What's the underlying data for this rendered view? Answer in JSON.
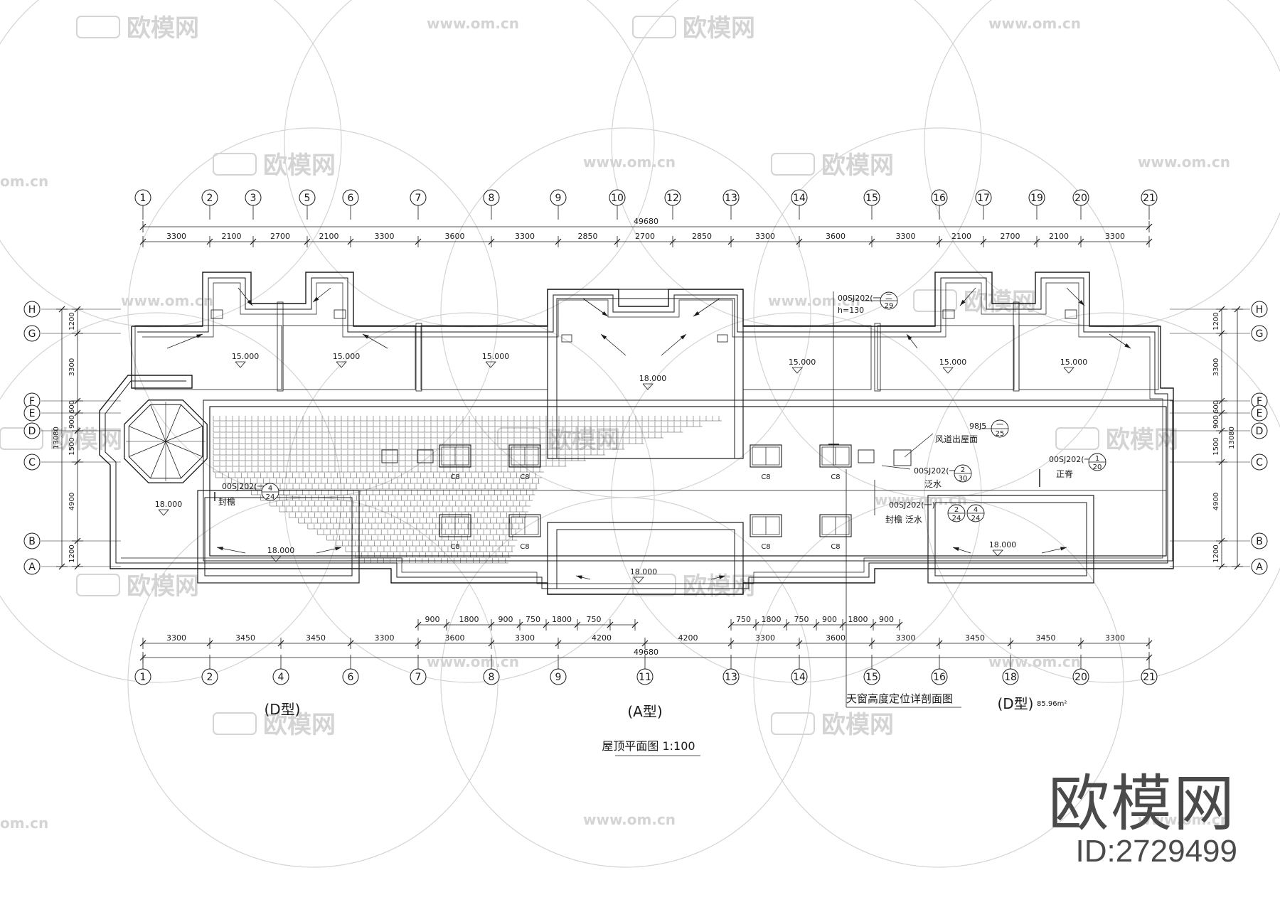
{
  "drawing": {
    "title": "屋顶平面图",
    "scale": "1:100",
    "unit_labels": {
      "left": "(D型)",
      "center": "(A型)",
      "right": "(D型)"
    },
    "area_note": "85.96m²",
    "section_label": "天窗高度定位详剖面图"
  },
  "grid_axes": {
    "top_numbers": [
      "1",
      "2",
      "3",
      "5",
      "6",
      "7",
      "8",
      "9",
      "10",
      "12",
      "13",
      "14",
      "15",
      "16",
      "17",
      "19",
      "20",
      "21"
    ],
    "bottom_numbers": [
      "1",
      "2",
      "4",
      "6",
      "7",
      "8",
      "9",
      "11",
      "13",
      "14",
      "15",
      "16",
      "18",
      "20",
      "21"
    ],
    "letters_top_to_bottom": [
      "H",
      "G",
      "F",
      "E",
      "D",
      "C",
      "B",
      "A"
    ]
  },
  "dimensions": {
    "overall": "49680",
    "top_segments": [
      "3300",
      "2100",
      "2700",
      "2100",
      "3300",
      "3600",
      "3300",
      "2850",
      "2700",
      "2850",
      "3300",
      "3600",
      "3300",
      "2100",
      "2700",
      "2100",
      "3300"
    ],
    "bottom_segments": [
      "3300",
      "3450",
      "3450",
      "3300",
      "3600",
      "3300",
      "4200",
      "4200",
      "3300",
      "3600",
      "3300",
      "3450",
      "3450",
      "3300"
    ],
    "bottom_detail_left": [
      "900",
      "1800",
      "900",
      "750",
      "1800",
      "750"
    ],
    "bottom_detail_right": [
      "750",
      "1800",
      "750",
      "900",
      "1800",
      "900"
    ],
    "side_overall": "13080",
    "side_segments": [
      "1200",
      "3300",
      "600",
      "900",
      "1500",
      "4900",
      "1200"
    ]
  },
  "levels": [
    "15.000",
    "15.000",
    "15.000",
    "18.000",
    "15.000",
    "15.000",
    "15.000",
    "18.000",
    "18.000",
    "18.000",
    "18.000"
  ],
  "windows": [
    "C8",
    "C8",
    "C8",
    "C8",
    "C8",
    "C8",
    "C8",
    "C8"
  ],
  "annotations": {
    "ref_a": "00SJ202(一)",
    "ref_a_circle": [
      "二",
      "29"
    ],
    "ref_a_height": "h=130",
    "ref_b": "98J5",
    "ref_b_circle": [
      "一",
      "25"
    ],
    "vent_label": "风道出屋面",
    "ref_c": "00SJ202(一)",
    "ref_c_circle": [
      "2",
      "30"
    ],
    "flashing": "泛水",
    "ref_d": "00SJ202(一)",
    "ref_d_circle": [
      "1",
      "20"
    ],
    "ridge": "正脊",
    "ref_e": "00SJ202(一)",
    "ref_e_circles": [
      "2",
      "24",
      "4",
      "24"
    ],
    "eave_flashing": "封檐 泛水",
    "ref_f": "00SJ202(一)",
    "ref_f_circle": [
      "4",
      "24"
    ],
    "eave": "封檐"
  },
  "watermarks": {
    "brand_cn": "欧模网",
    "url": "www.om.cn",
    "url_short": "om.cn"
  },
  "brand": {
    "name": "欧模网",
    "id": "ID:2729499"
  },
  "colors": {
    "line": "#1a1a1a",
    "watermark": "#d4d4d4",
    "brand": "#4a4a4a"
  }
}
